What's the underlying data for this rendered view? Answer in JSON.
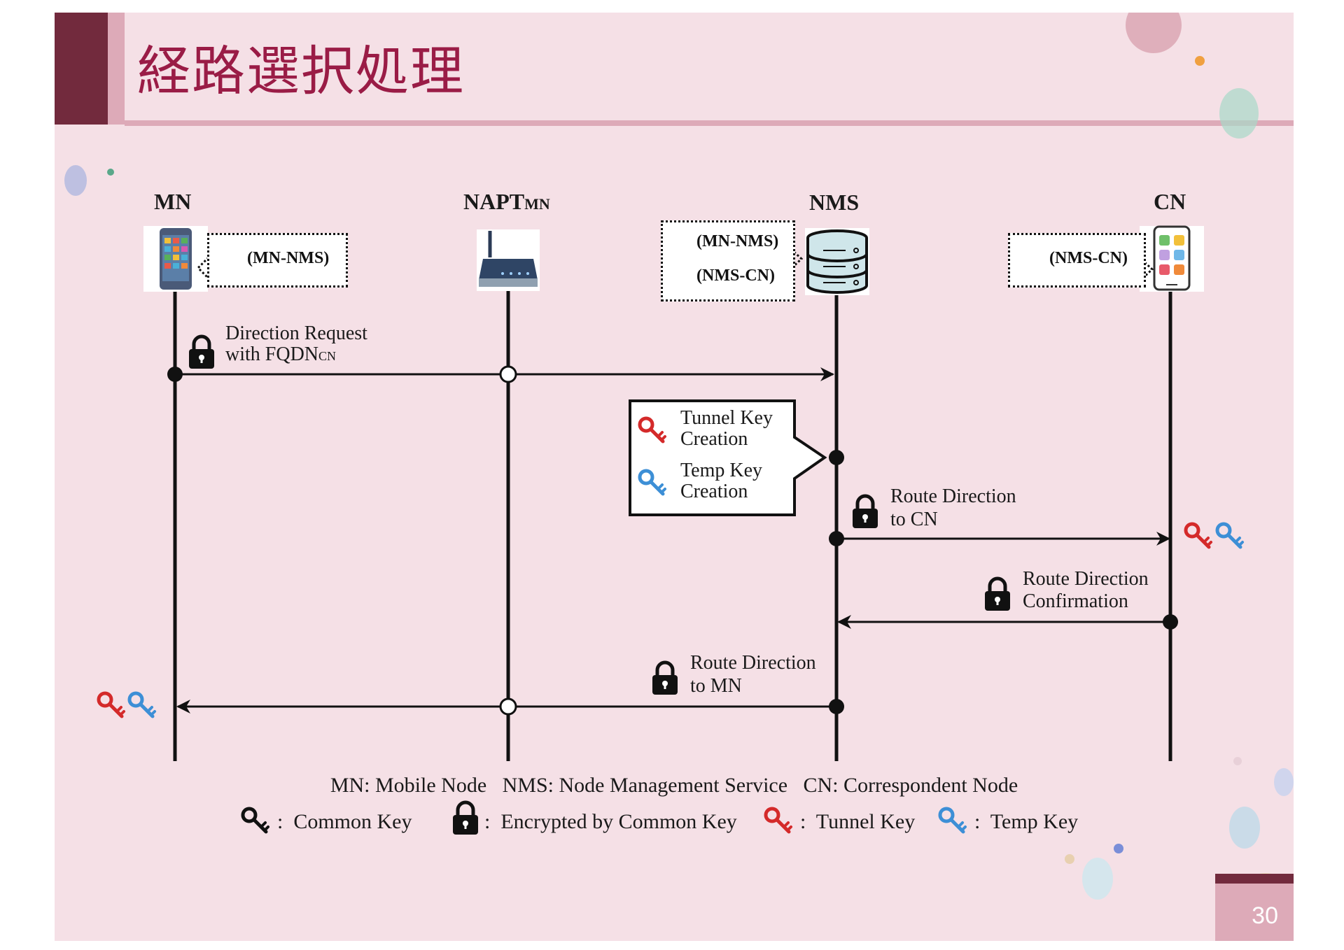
{
  "slide": {
    "title": "経路選択処理",
    "page_number": "30"
  },
  "nodes": {
    "mn": "MN",
    "napt": "NAPT",
    "napt_sub": "MN",
    "nms": "NMS",
    "cn": "CN"
  },
  "key_boxes": {
    "mn_key": "(MN-NMS)",
    "nms_key1": "(MN-NMS)",
    "nms_key2": "(NMS-CN)",
    "cn_key": "(NMS-CN)"
  },
  "messages": {
    "direction_request_1": "Direction Request",
    "direction_request_2": "with FQDN",
    "direction_request_sub": "CN",
    "route_to_cn_1": "Route Direction",
    "route_to_cn_2": "to CN",
    "confirmation_1": "Route Direction",
    "confirmation_2": "Confirmation",
    "route_to_mn_1": "Route Direction",
    "route_to_mn_2": "to MN"
  },
  "callout": {
    "tunnel_1": "Tunnel Key",
    "tunnel_2": "Creation",
    "temp_1": "Temp Key",
    "temp_2": "Creation"
  },
  "legend": {
    "abbreviations": "MN: Mobile Node   NMS: Node Management Service   CN: Correspondent Node",
    "common_key": ":  Common Key",
    "encrypted": ":  Encrypted by Common Key",
    "tunnel_key": ":  Tunnel Key",
    "temp_key": ":  Temp Key"
  },
  "colors": {
    "common_key": "#111111",
    "tunnel_key": "#d42a2a",
    "temp_key": "#3d8fd6",
    "title": "#9a1c46"
  }
}
